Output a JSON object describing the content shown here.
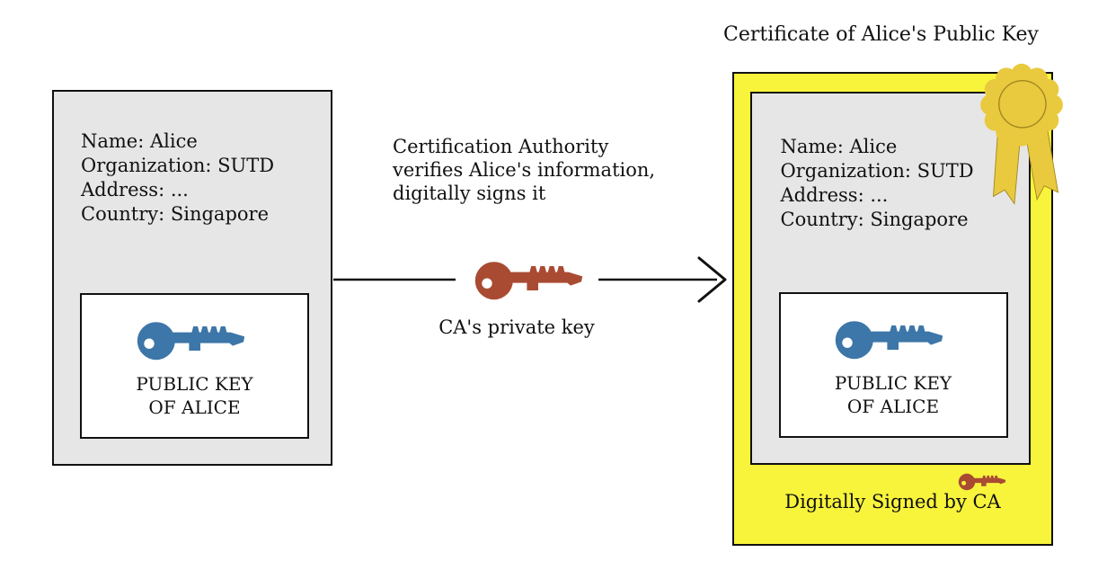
{
  "colors": {
    "background": "#ffffff",
    "ink": "#111111",
    "box_gray": "#e6e6e6",
    "box_border": "#111111",
    "white": "#ffffff",
    "yellow": "#f8f43c",
    "gold": "#e9c93e",
    "gold_dark": "#a3871f",
    "blue_key": "#3d76a8",
    "red_key": "#a94b33"
  },
  "left_card": {
    "info_lines": [
      "Name: Alice",
      "Organization: SUTD",
      "Address: ...",
      "Country: Singapore"
    ],
    "public_key_label_line1": "PUBLIC KEY",
    "public_key_label_line2": "OF ALICE"
  },
  "middle": {
    "caption_lines": [
      "Certification Authority",
      "verifies Alice's information,",
      "digitally signs it"
    ],
    "key_label": "CA's private key"
  },
  "right_card": {
    "title": "Certificate of Alice's Public Key",
    "info_lines": [
      "Name: Alice",
      "Organization: SUTD",
      "Address: ...",
      "Country: Singapore"
    ],
    "public_key_label_line1": "PUBLIC KEY",
    "public_key_label_line2": "OF ALICE",
    "signed_label": "Digitally Signed by CA"
  }
}
